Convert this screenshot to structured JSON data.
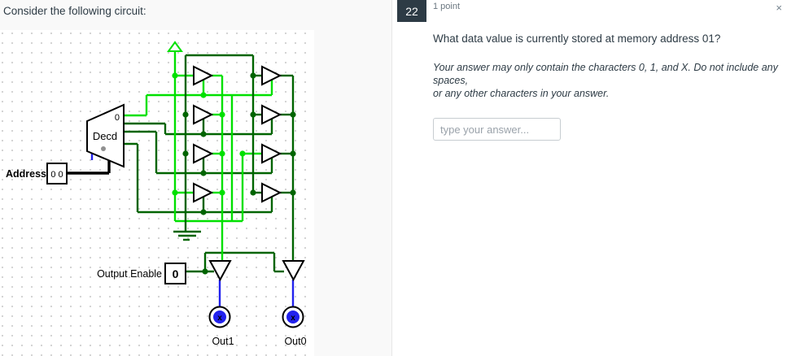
{
  "page": {
    "title": "Consider the following circuit:"
  },
  "question_panel": {
    "number": "22",
    "points_label": "1 point",
    "close_icon": "×",
    "question": "What data value is currently stored at memory address 01?",
    "instructions_line1": "Your answer may only contain the characters 0, 1, and X.  Do not include any spaces,",
    "instructions_line2": "or any other characters in your answer.",
    "answer_placeholder": "type your answer..."
  },
  "circuit": {
    "labels": {
      "address": "Address",
      "address_value": "0 0",
      "output_enable": "Output Enable",
      "output_enable_value": "0",
      "decoder": "Decd",
      "decoder_port0": "0",
      "out1": "Out1",
      "out0": "Out0",
      "pin_floating": "x"
    },
    "colors": {
      "wire_high": "#00e000",
      "wire_low": "#006400",
      "wire_floating": "#2222ee",
      "wire_bus": "#000000"
    }
  }
}
